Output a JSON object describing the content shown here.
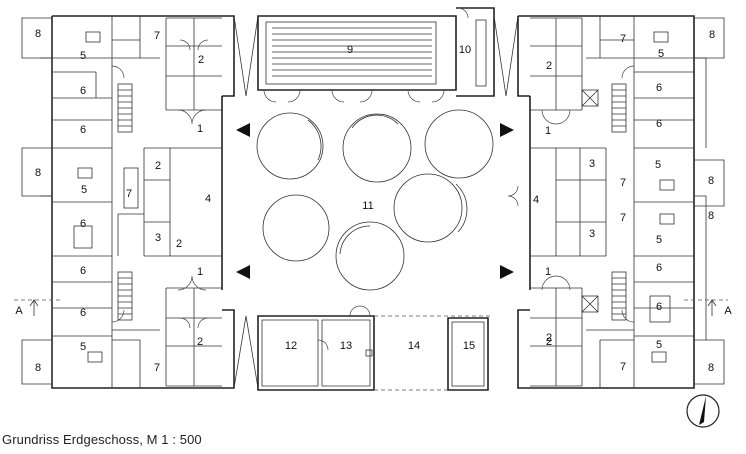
{
  "caption": "Grundriss Erdgeschoss, M 1 : 500",
  "section_marker": "A",
  "rooms": [
    {
      "id": "r1",
      "label": "8"
    },
    {
      "id": "r2",
      "label": "5"
    },
    {
      "id": "r3",
      "label": "7"
    },
    {
      "id": "r4",
      "label": "2"
    },
    {
      "id": "r5",
      "label": "9"
    },
    {
      "id": "r6",
      "label": "10"
    },
    {
      "id": "r7",
      "label": "7"
    },
    {
      "id": "r8",
      "label": "2"
    },
    {
      "id": "r9",
      "label": "5"
    },
    {
      "id": "r10",
      "label": "8"
    },
    {
      "id": "r11",
      "label": "6"
    },
    {
      "id": "r12",
      "label": "6"
    },
    {
      "id": "r13",
      "label": "6"
    },
    {
      "id": "r14",
      "label": "6"
    },
    {
      "id": "r15",
      "label": "1"
    },
    {
      "id": "r16",
      "label": "1"
    },
    {
      "id": "r17",
      "label": "8"
    },
    {
      "id": "r18",
      "label": "5"
    },
    {
      "id": "r19",
      "label": "7"
    },
    {
      "id": "r20",
      "label": "2"
    },
    {
      "id": "r21",
      "label": "4"
    },
    {
      "id": "r22",
      "label": "3"
    },
    {
      "id": "r23",
      "label": "2"
    },
    {
      "id": "r24",
      "label": "6"
    },
    {
      "id": "r25",
      "label": "11"
    },
    {
      "id": "r26",
      "label": "4"
    },
    {
      "id": "r27",
      "label": "3"
    },
    {
      "id": "r28",
      "label": "7"
    },
    {
      "id": "r29",
      "label": "5"
    },
    {
      "id": "r30",
      "label": "8"
    },
    {
      "id": "r31",
      "label": "3"
    },
    {
      "id": "r32",
      "label": "7"
    },
    {
      "id": "r33",
      "label": "5"
    },
    {
      "id": "r34",
      "label": "8"
    },
    {
      "id": "r35",
      "label": "6"
    },
    {
      "id": "r36",
      "label": "1"
    },
    {
      "id": "r37",
      "label": "1"
    },
    {
      "id": "r38",
      "label": "6"
    },
    {
      "id": "r39",
      "label": "6"
    },
    {
      "id": "r40",
      "label": "2"
    },
    {
      "id": "r41",
      "label": "6"
    },
    {
      "id": "r42",
      "label": "5"
    },
    {
      "id": "r43",
      "label": "8"
    },
    {
      "id": "r44",
      "label": "7"
    },
    {
      "id": "r45",
      "label": "2"
    },
    {
      "id": "r46",
      "label": "12"
    },
    {
      "id": "r47",
      "label": "13"
    },
    {
      "id": "r48",
      "label": "14"
    },
    {
      "id": "r49",
      "label": "15"
    },
    {
      "id": "r50",
      "label": "5"
    },
    {
      "id": "r51",
      "label": "8"
    },
    {
      "id": "r52",
      "label": "7"
    },
    {
      "id": "r53",
      "label": "2"
    }
  ]
}
